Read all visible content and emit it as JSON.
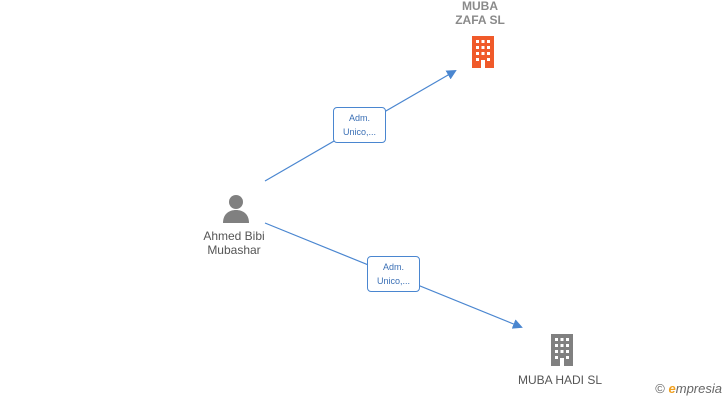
{
  "nodes": {
    "person": {
      "name_line1": "Ahmed Bibi",
      "name_line2": "Mubashar"
    },
    "company_top": {
      "name_line1": "MUBA",
      "name_line2": "ZAFA  SL",
      "color": "#f05a2a"
    },
    "company_bottom": {
      "name": "MUBA HADI  SL",
      "color": "#808080"
    }
  },
  "edges": [
    {
      "label_line1": "Adm.",
      "label_line2": "Unico,..."
    },
    {
      "label_line1": "Adm.",
      "label_line2": "Unico,..."
    }
  ],
  "colors": {
    "edge": "#4a86d0"
  },
  "watermark": {
    "symbol": "©",
    "brand_first": "e",
    "brand_rest": "mpresia"
  }
}
